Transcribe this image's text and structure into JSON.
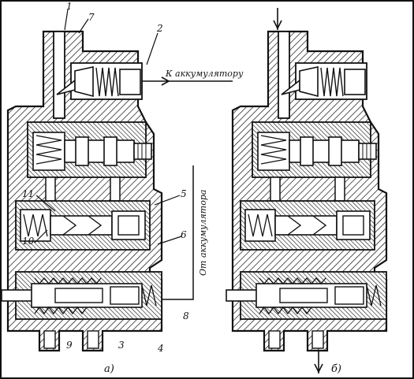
{
  "colors": {
    "ink": "#111111",
    "paper": "#ffffff"
  },
  "panel_a": {
    "caption": "а)",
    "outlet_label": "К аккумулятору",
    "side_label": "От аккумулятора",
    "callouts": {
      "n1": "1",
      "n2": "2",
      "n3": "3",
      "n4": "4",
      "n5": "5",
      "n6": "6",
      "n7": "7",
      "n8": "8",
      "n9": "9",
      "n10": "10",
      "n11": "11"
    }
  },
  "panel_b": {
    "caption": "б)",
    "inlet_arrow": "arrow-down-icon",
    "outlet_arrow": "arrow-down-icon"
  }
}
